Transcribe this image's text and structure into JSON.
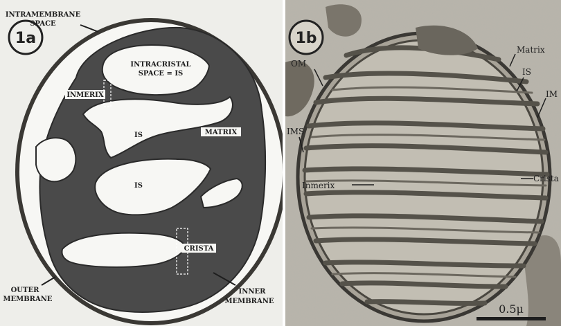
{
  "panel_a": {
    "panel_label": "1a",
    "labels": {
      "intramembrane_line1": "INTRAMEMBRANE",
      "intramembrane_line2": "SPACE",
      "intracristal_line1": "INTRACRISTAL",
      "intracristal_line2": "SPACE = IS",
      "inmerix": "INMERIX",
      "is_upper": "IS",
      "is_lower": "IS",
      "matrix": "MATRIX",
      "crista": "CRISTA",
      "outer_membrane_line1": "OUTER",
      "outer_membrane_line2": "MEMBRANE",
      "inner_membrane_line1": "INNER",
      "inner_membrane_line2": "MEMBRANE"
    }
  },
  "panel_b": {
    "panel_label": "1b",
    "labels": {
      "om": "OM",
      "matrix": "Matrix",
      "is": "IS",
      "im": "IM",
      "ims": "IMS",
      "inmerix": "Inmerix",
      "crista": "Crista",
      "scale": "0.5μ"
    }
  },
  "colors": {
    "matrix_fill": "#4a4a4a",
    "panel_a_background": "#eeeeea",
    "micrograph_background": "#b9b5ab",
    "membrane_dark": "#3a3834"
  }
}
